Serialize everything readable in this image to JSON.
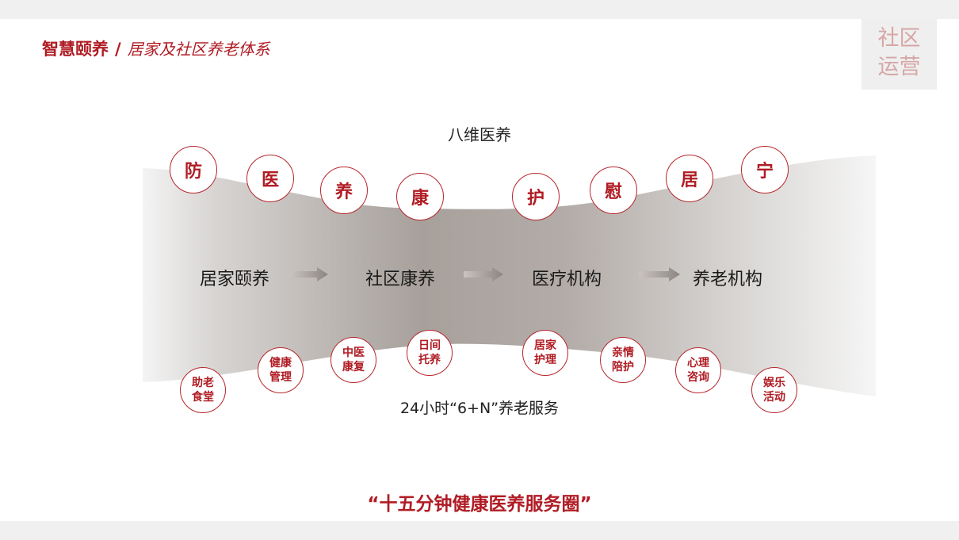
{
  "header": {
    "brand": "智慧颐养",
    "separator": "/",
    "subtitle": "居家及社区养老体系"
  },
  "badge": {
    "line1": "社区",
    "line2": "运营"
  },
  "top_label": "八维医养",
  "bottom_label": "24小时“6+N”养老服务",
  "stages": [
    "居家颐养",
    "社区康养",
    "医疗机构",
    "养老机构"
  ],
  "eight_dimensions": [
    "防",
    "医",
    "养",
    "康",
    "护",
    "慰",
    "居",
    "宁"
  ],
  "services": [
    "助老食堂",
    "健康管理",
    "中医康复",
    "日间托养",
    "居家护理",
    "亲情陪护",
    "心理咨询",
    "娱乐活动"
  ],
  "footer": "“十五分钟健康医养服务圈”",
  "colors": {
    "accent": "#b01c24",
    "circle_border": "#b5262c",
    "funnel_dark": "#a49c97",
    "funnel_light": "#f4f4f4"
  }
}
